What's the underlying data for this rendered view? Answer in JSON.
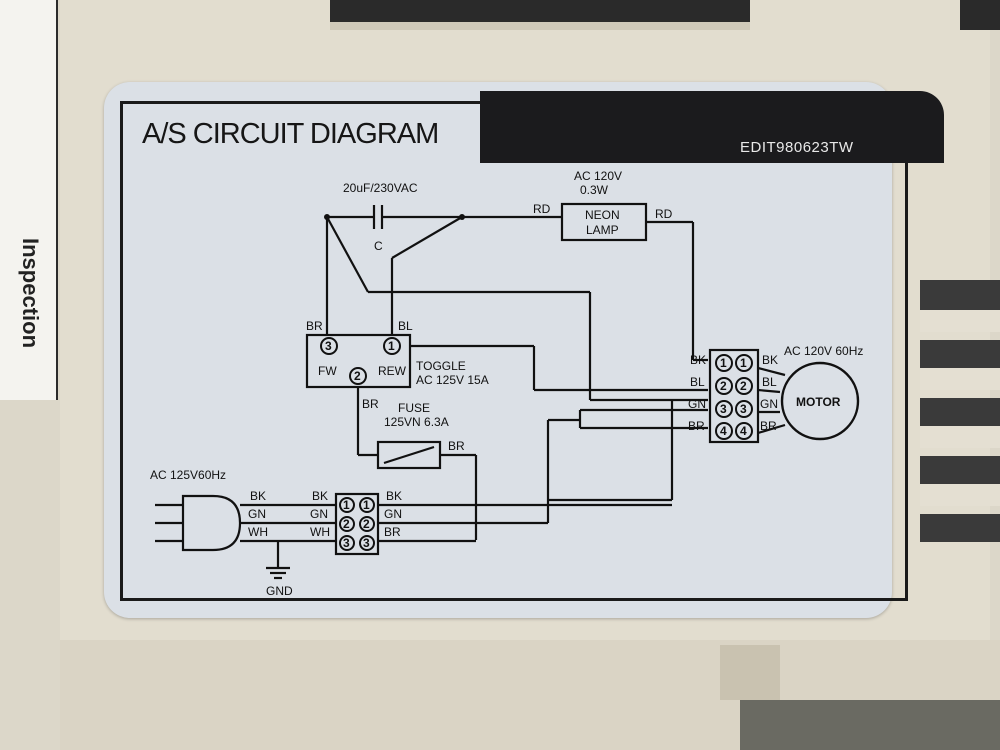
{
  "sticker": {
    "title": "A/S CIRCUIT DIAGRAM",
    "code": "EDIT980623TW"
  },
  "side_label": {
    "text": "Inspection"
  },
  "components": {
    "capacitor": {
      "rating": "20uF/230VAC",
      "label": "C"
    },
    "neon_lamp": {
      "rating_1": "AC 120V",
      "rating_2": "0.3W",
      "name_1": "NEON",
      "name_2": "LAMP"
    },
    "toggle": {
      "name": "TOGGLE",
      "rating": "AC 125V 15A",
      "pos_fw": "FW",
      "pos_rew": "REW",
      "t1": "1",
      "t2": "2",
      "t3": "3"
    },
    "fuse": {
      "name": "FUSE",
      "rating": "125VN 6.3A"
    },
    "motor": {
      "rating": "AC 120V 60Hz",
      "name": "MOTOR"
    },
    "supply": {
      "rating": "AC 125V60Hz",
      "ground": "GND"
    }
  },
  "wires": {
    "rd": "RD",
    "br": "BR",
    "bl": "BL",
    "bk": "BK",
    "gn": "GN",
    "wh": "WH"
  },
  "terminals": {
    "n1": "1",
    "n2": "2",
    "n3": "3",
    "n4": "4"
  },
  "colors": {
    "ink": "#111111",
    "sticker": "#dbe0e6",
    "band": "#1b1b1d",
    "housing": "#dcd7c9"
  }
}
